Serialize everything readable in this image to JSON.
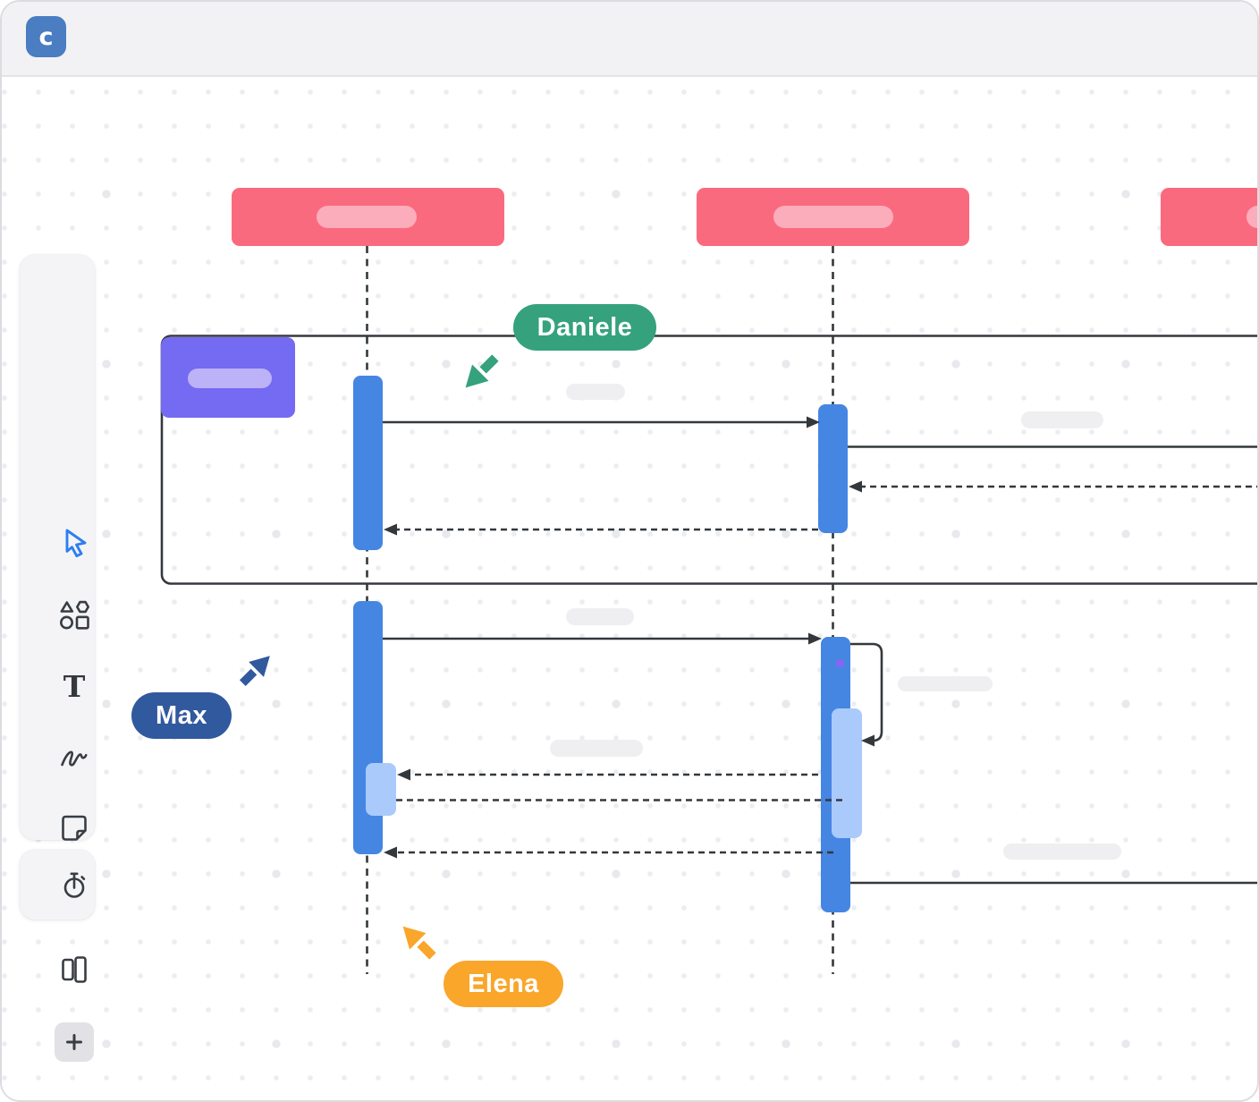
{
  "window": {
    "logo_letter": "c",
    "logo_color": "#4a7dc2",
    "topbar_color": "#f2f2f4"
  },
  "toolbar": {
    "tools": [
      {
        "id": "select",
        "icon": "cursor-icon",
        "selected": true
      },
      {
        "id": "shapes",
        "icon": "shapes-icon",
        "selected": false
      },
      {
        "id": "text",
        "icon": "text-icon",
        "glyph": "T",
        "selected": false
      },
      {
        "id": "draw",
        "icon": "pen-icon",
        "selected": false
      },
      {
        "id": "sticky-note",
        "icon": "sticky-note-icon",
        "selected": false
      },
      {
        "id": "table",
        "icon": "table-icon",
        "selected": false
      },
      {
        "id": "kanban",
        "icon": "kanban-icon",
        "selected": false
      },
      {
        "id": "add-more",
        "icon": "plus-icon",
        "selected": false
      }
    ],
    "timer_tool": {
      "id": "timer",
      "icon": "stopwatch-icon"
    },
    "selected_color": "#2e7ef0",
    "icon_color": "#383d43"
  },
  "collaborators": [
    {
      "name": "Daniele",
      "color": "#35a27d",
      "cursor_direction": "down-left"
    },
    {
      "name": "Max",
      "color": "#31599e",
      "cursor_direction": "up-right"
    },
    {
      "name": "Elena",
      "color": "#f9a62b",
      "cursor_direction": "up-left"
    }
  ],
  "diagram": {
    "type": "uml-sequence-wireframe",
    "actor_boxes": {
      "count": 3,
      "color": "#fa6a7e",
      "placeholder_color": "#fcadbb"
    },
    "fragment_frame": {
      "present": true,
      "label_color": "#756af2",
      "label_placeholder_color": "#bcb2f8"
    },
    "lifelines": {
      "count": 2,
      "style": "dashed"
    },
    "activation_bars": {
      "color": "#4586e3",
      "nested_color": "#aacafb"
    },
    "messages": {
      "solid_arrows": 2,
      "solid_lines": 2,
      "dashed_arrows": 4,
      "dashed_lines": 1,
      "self_loop": 1
    },
    "text_placeholders": {
      "count": 6,
      "color": "#efeff1"
    },
    "line_color": "#33383c"
  }
}
